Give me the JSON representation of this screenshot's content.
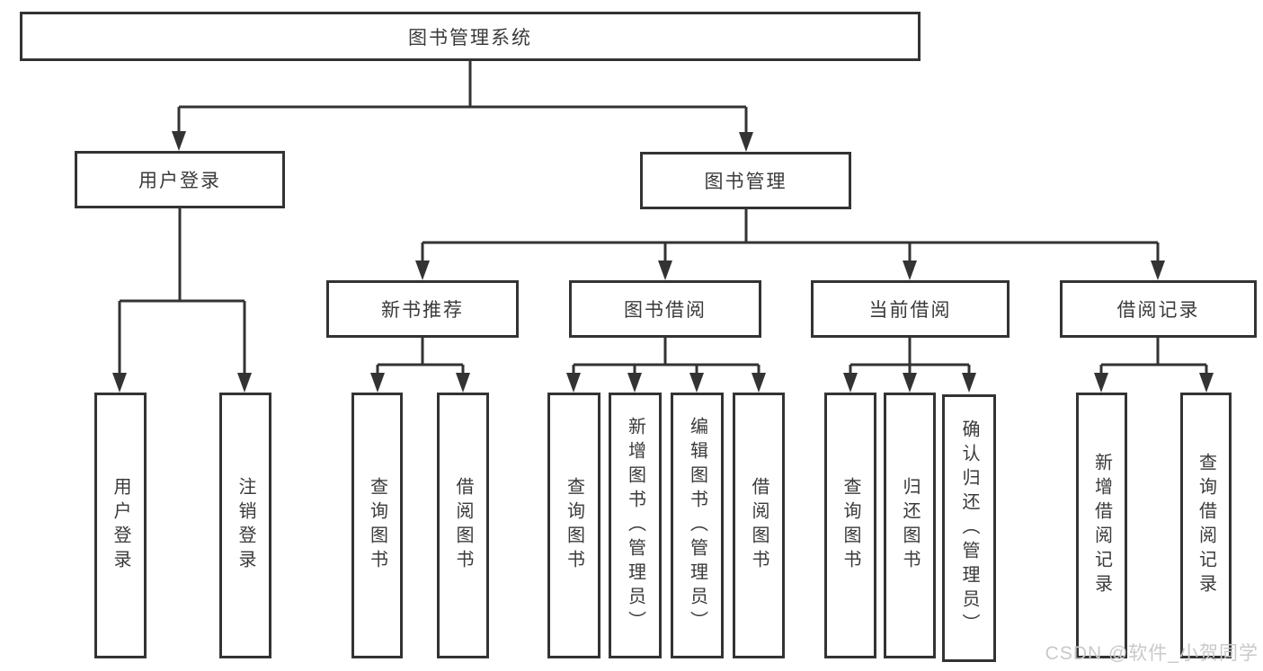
{
  "watermark": "CSDN @软件_小贺同学",
  "colors": {
    "line": "#333333",
    "text": "#3a3a3a",
    "watermark": "#c9c9c9",
    "background": "#ffffff"
  },
  "tree": {
    "root": {
      "label": "图书管理系统",
      "children": [
        {
          "label": "用户登录",
          "children": [
            {
              "label": "用户登录"
            },
            {
              "label": "注销登录"
            }
          ]
        },
        {
          "label": "图书管理",
          "children": [
            {
              "label": "新书推荐",
              "children": [
                {
                  "label": "查询图书"
                },
                {
                  "label": "借阅图书"
                }
              ]
            },
            {
              "label": "图书借阅",
              "children": [
                {
                  "label": "查询图书"
                },
                {
                  "label": "新增图书（管理员）"
                },
                {
                  "label": "编辑图书（管理员）"
                },
                {
                  "label": "借阅图书"
                }
              ]
            },
            {
              "label": "当前借阅",
              "children": [
                {
                  "label": "查询图书"
                },
                {
                  "label": "归还图书"
                },
                {
                  "label": "确认归还（管理员）"
                }
              ]
            },
            {
              "label": "借阅记录",
              "children": [
                {
                  "label": "新增借阅记录"
                },
                {
                  "label": "查询借阅记录"
                }
              ]
            }
          ]
        }
      ]
    }
  }
}
